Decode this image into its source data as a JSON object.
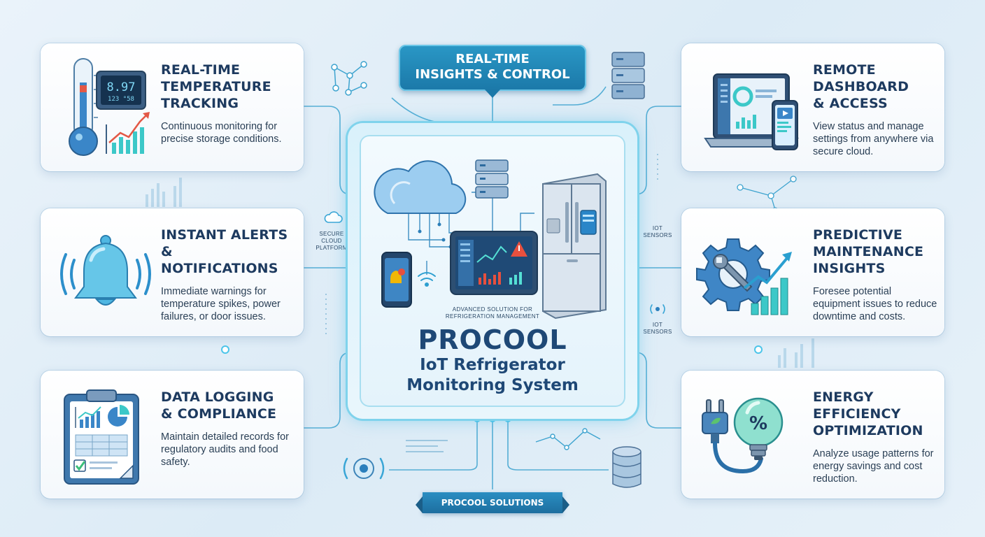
{
  "banner": {
    "line1": "Real-Time",
    "line2": "Insights & Control"
  },
  "center": {
    "subtitle_line1": "Advanced Solution for",
    "subtitle_line2": "Refrigeration Management",
    "brand": "PROCOOL",
    "title_line1": "IoT Refrigerator",
    "title_line2": "Monitoring System"
  },
  "labels": {
    "cloud_line1": "Secure",
    "cloud_line2": "Cloud",
    "cloud_line3": "Platform",
    "sensors_a_line1": "IoT",
    "sensors_a_line2": "Sensors",
    "sensors_b_line1": "IoT",
    "sensors_b_line2": "Sensors"
  },
  "footer": "Procool Solutions",
  "cards": {
    "temperature": {
      "title_lines": [
        "Real-Time",
        "Temperature",
        "Tracking"
      ],
      "desc": "Continuous monitoring for precise storage conditions.",
      "display_line1": "8.97",
      "display_line2": "123 °58"
    },
    "alerts": {
      "title_lines": [
        "Instant Alerts",
        "& Notifications"
      ],
      "desc": "Immediate warnings for temperature spikes, power failures, or door issues."
    },
    "logging": {
      "title_lines": [
        "Data Logging",
        "& Compliance"
      ],
      "desc": "Maintain detailed records for regulatory audits and food safety."
    },
    "remote": {
      "title_lines": [
        "Remote",
        "Dashboard",
        "& Access"
      ],
      "desc": "View status and manage settings from anywhere via secure cloud."
    },
    "predictive": {
      "title_lines": [
        "Predictive",
        "Maintenance",
        "Insights"
      ],
      "desc": "Foresee potential equipment issues to reduce downtime and costs."
    },
    "energy": {
      "title_lines": [
        "Energy",
        "Efficiency",
        "Optimization"
      ],
      "desc": "Analyze usage patterns for energy savings and cost reduction.",
      "bulb_symbol": "%"
    }
  },
  "colors": {
    "navy": "#1d3a5f",
    "accent_blue": "#1b78a8",
    "teal": "#3cc8c8",
    "glow": "#7fd3ec",
    "background": "#e3eff8"
  },
  "icons": {
    "temperature": "thermometer-icon",
    "alerts": "bell-icon",
    "logging": "clipboard-icon",
    "remote": "laptop-phone-icon",
    "predictive": "gear-wrench-icon",
    "energy": "plug-bulb-icon"
  }
}
